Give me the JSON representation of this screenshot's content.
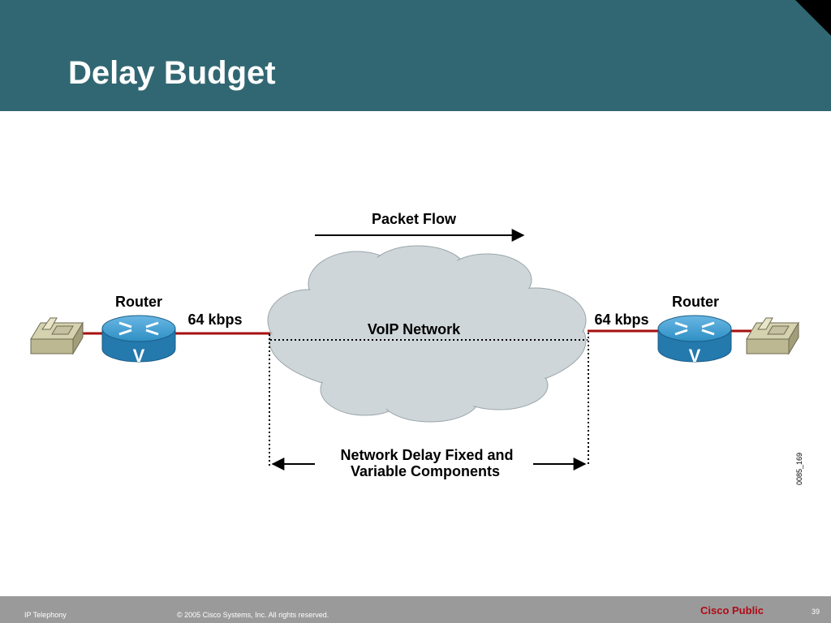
{
  "slide": {
    "title": "Delay Budget",
    "colors": {
      "header": "#316772",
      "link": "#a60f0f",
      "cloud": "#cfd6d9",
      "router": "#2e8fc4"
    }
  },
  "diagram": {
    "packet_flow_label": "Packet Flow",
    "cloud_label": "VoIP Network",
    "left_router_label": "Router",
    "right_router_label": "Router",
    "left_link_speed": "64 kbps",
    "right_link_speed": "64 kbps",
    "router_glyph": "V",
    "delay_label_line1": "Network Delay Fixed and",
    "delay_label_line2": "Variable Components",
    "figure_id": "0085_169",
    "icons": [
      "phone-icon",
      "router-icon",
      "cloud-icon"
    ]
  },
  "footer": {
    "topic": "IP Telephony",
    "copyright": "© 2005 Cisco Systems, Inc. All rights reserved.",
    "classification": "Cisco Public",
    "page_number": "39"
  }
}
